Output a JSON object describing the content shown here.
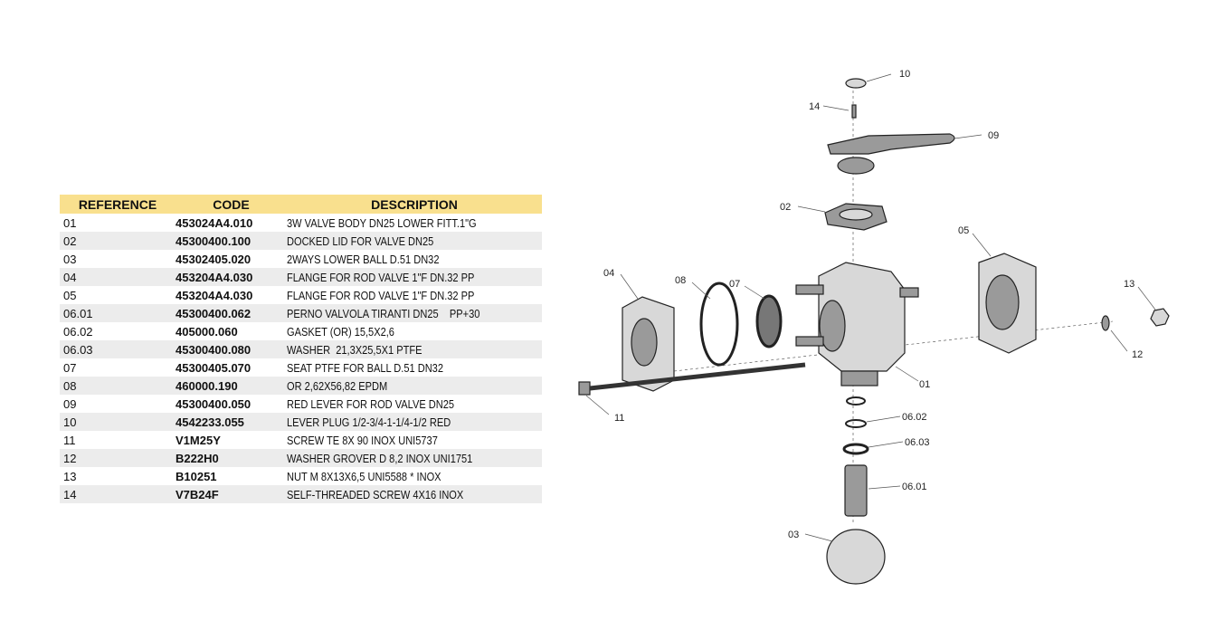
{
  "table": {
    "headers": [
      "REFERENCE",
      "CODE",
      "DESCRIPTION"
    ],
    "rows": [
      [
        "01",
        "453024A4.010",
        "3W VALVE BODY DN25 LOWER FITT.1\"G"
      ],
      [
        "02",
        "45300400.100",
        "DOCKED LID FOR VALVE DN25"
      ],
      [
        "03",
        "45302405.020",
        "2WAYS LOWER BALL D.51 DN32"
      ],
      [
        "04",
        "453204A4.030",
        "FLANGE FOR ROD VALVE 1\"F DN.32 PP"
      ],
      [
        "05",
        "453204A4.030",
        "FLANGE FOR ROD VALVE 1\"F DN.32 PP"
      ],
      [
        "06.01",
        "45300400.062",
        "PERNO VALVOLA TIRANTI DN25    PP+30"
      ],
      [
        "06.02",
        "405000.060",
        "GASKET (OR) 15,5X2,6"
      ],
      [
        "06.03",
        "45300400.080",
        "WASHER  21,3X25,5X1 PTFE"
      ],
      [
        "07",
        "45300405.070",
        "SEAT PTFE FOR BALL D.51 DN32"
      ],
      [
        "08",
        "460000.190",
        "OR 2,62X56,82 EPDM"
      ],
      [
        "09",
        "45300400.050",
        "RED LEVER FOR ROD VALVE DN25"
      ],
      [
        "10",
        "4542233.055",
        "LEVER PLUG 1/2-3/4-1-1/4-1/2 RED"
      ],
      [
        "11",
        "V1M25Y",
        "SCREW TE 8X 90 INOX UNI5737"
      ],
      [
        "12",
        "B222H0",
        "WASHER GROVER D 8,2 INOX UNI1751"
      ],
      [
        "13",
        "B10251",
        "NUT M 8X13X6,5 UNI5588 * INOX"
      ],
      [
        "14",
        "V7B24F",
        "SELF-THREADED SCREW 4X16 INOX"
      ]
    ]
  },
  "diagram": {
    "labels": {
      "p10": "10",
      "p14": "14",
      "p09": "09",
      "p02": "02",
      "p05": "05",
      "p04": "04",
      "p08": "08",
      "p07": "07",
      "p13": "13",
      "p12": "12",
      "p01": "01",
      "p11": "11",
      "p0602": "06.02",
      "p0603": "06.03",
      "p0601": "06.01",
      "p03": "03"
    }
  }
}
